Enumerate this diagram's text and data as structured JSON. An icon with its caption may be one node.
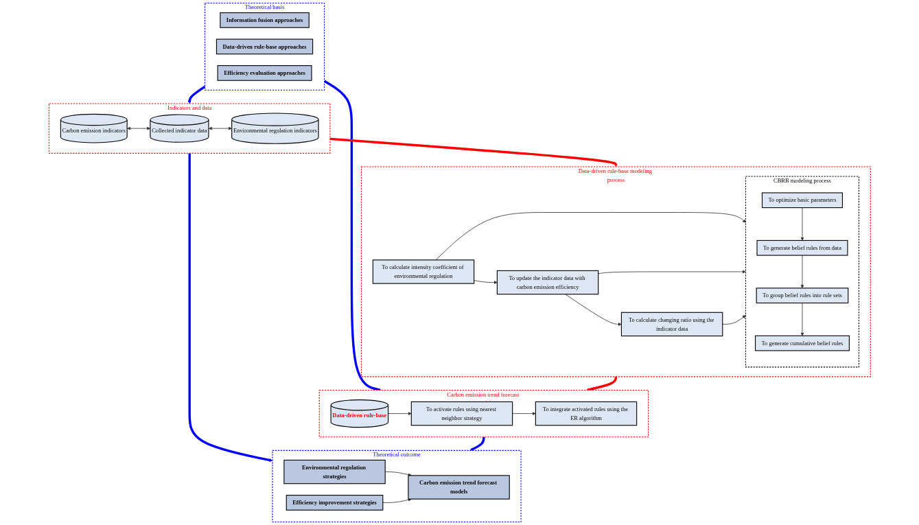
{
  "diagram": {
    "nodes": [
      {
        "text": [
          "Theoretical basis"
        ]
      },
      {
        "text": [
          "Information fusion approaches"
        ],
        "in": 0
      },
      {
        "text": [
          "Data-driven rule-base approaches"
        ],
        "in": 0
      },
      {
        "text": [
          "Efficiency evaluation approaches"
        ],
        "in": 0
      },
      {
        "text": [
          "Indicators and data"
        ]
      },
      {
        "text": [
          "Carbon emission indicators"
        ],
        "in": 4
      },
      {
        "text": [
          "Collected indicator data"
        ],
        "in": 4
      },
      {
        "text": [
          "Environmental regulation indicators"
        ],
        "in": 4
      },
      {
        "text": [
          "Data-driven rule-base modeling process"
        ]
      },
      {
        "text": [
          "To calculate intensity coefficient of environmental regulation"
        ],
        "in": 8
      },
      {
        "text": [
          "To update the indicator data with carbon emission efficiency"
        ],
        "in": 8
      },
      {
        "text": [
          "To calculate changing ratio using the indicator data"
        ],
        "in": 8
      },
      {
        "text": [
          "CBRB modeling process"
        ],
        "in": 8
      },
      {
        "text": [
          "To optimize basic parameters"
        ],
        "in": 12
      },
      {
        "text": [
          "To generate belief rules from data"
        ],
        "in": 12
      },
      {
        "text": [
          "To group belief rules into rule sets"
        ],
        "in": 12
      },
      {
        "text": [
          "To generate cumulative belief rules"
        ],
        "in": 12
      },
      {
        "text": [
          "Carbon emission trend forecast model"
        ]
      },
      {
        "text": [
          "Data-driven rule-base"
        ],
        "in": 17
      },
      {
        "text": [
          "To activate rules using nearest neighbor strategy"
        ],
        "in": 17
      },
      {
        "text": [
          "To integrate activated rules using the ER algorithm"
        ],
        "in": 17
      },
      {
        "text": [
          "Theoretical outcome"
        ]
      },
      {
        "text": [
          "Environmental regulation strategies"
        ],
        "in": 21
      },
      {
        "text": [
          "Carbon emission trend forecast models"
        ],
        "in": 21
      },
      {
        "text": [
          "Efficiency improvement  strategies"
        ],
        "in": 21
      }
    ],
    "edges": [
      {
        "from": 0,
        "to": 4,
        "arrow": "to",
        "style": "thick",
        "color": "#0000ff"
      },
      {
        "from": 0,
        "to": 17,
        "arrow": "to",
        "style": "thick",
        "color": "#0000ff"
      },
      {
        "from": 5,
        "to": 6,
        "arrow": "both"
      },
      {
        "from": 6,
        "to": 7,
        "arrow": "both"
      },
      {
        "from": 4,
        "to": 8,
        "arrow": "to",
        "style": "thick",
        "color": "#ff0000"
      },
      {
        "from": 9,
        "to": 10,
        "arrow": "to"
      },
      {
        "from": 10,
        "to": 11,
        "arrow": "to"
      },
      {
        "from": 9,
        "to": 12,
        "arrow": "to"
      },
      {
        "from": 10,
        "to": 12,
        "arrow": "to"
      },
      {
        "from": 11,
        "to": 12,
        "arrow": "to"
      },
      {
        "from": 13,
        "to": 14,
        "arrow": "to"
      },
      {
        "from": 14,
        "to": 15,
        "arrow": "to"
      },
      {
        "from": 15,
        "to": 16,
        "arrow": "to"
      },
      {
        "from": 8,
        "to": 17,
        "arrow": "to",
        "style": "thick",
        "color": "#ff0000"
      },
      {
        "from": 18,
        "to": 19,
        "arrow": "to"
      },
      {
        "from": 19,
        "to": 20,
        "arrow": "to"
      },
      {
        "from": 4,
        "to": 21,
        "arrow": "to",
        "style": "thick",
        "color": "#0000ff"
      },
      {
        "from": 17,
        "to": 21,
        "arrow": "to",
        "style": "thick",
        "color": "#0000ff"
      },
      {
        "from": 22,
        "to": 23,
        "arrow": "to"
      },
      {
        "from": 24,
        "to": 23,
        "arrow": "to"
      }
    ]
  }
}
